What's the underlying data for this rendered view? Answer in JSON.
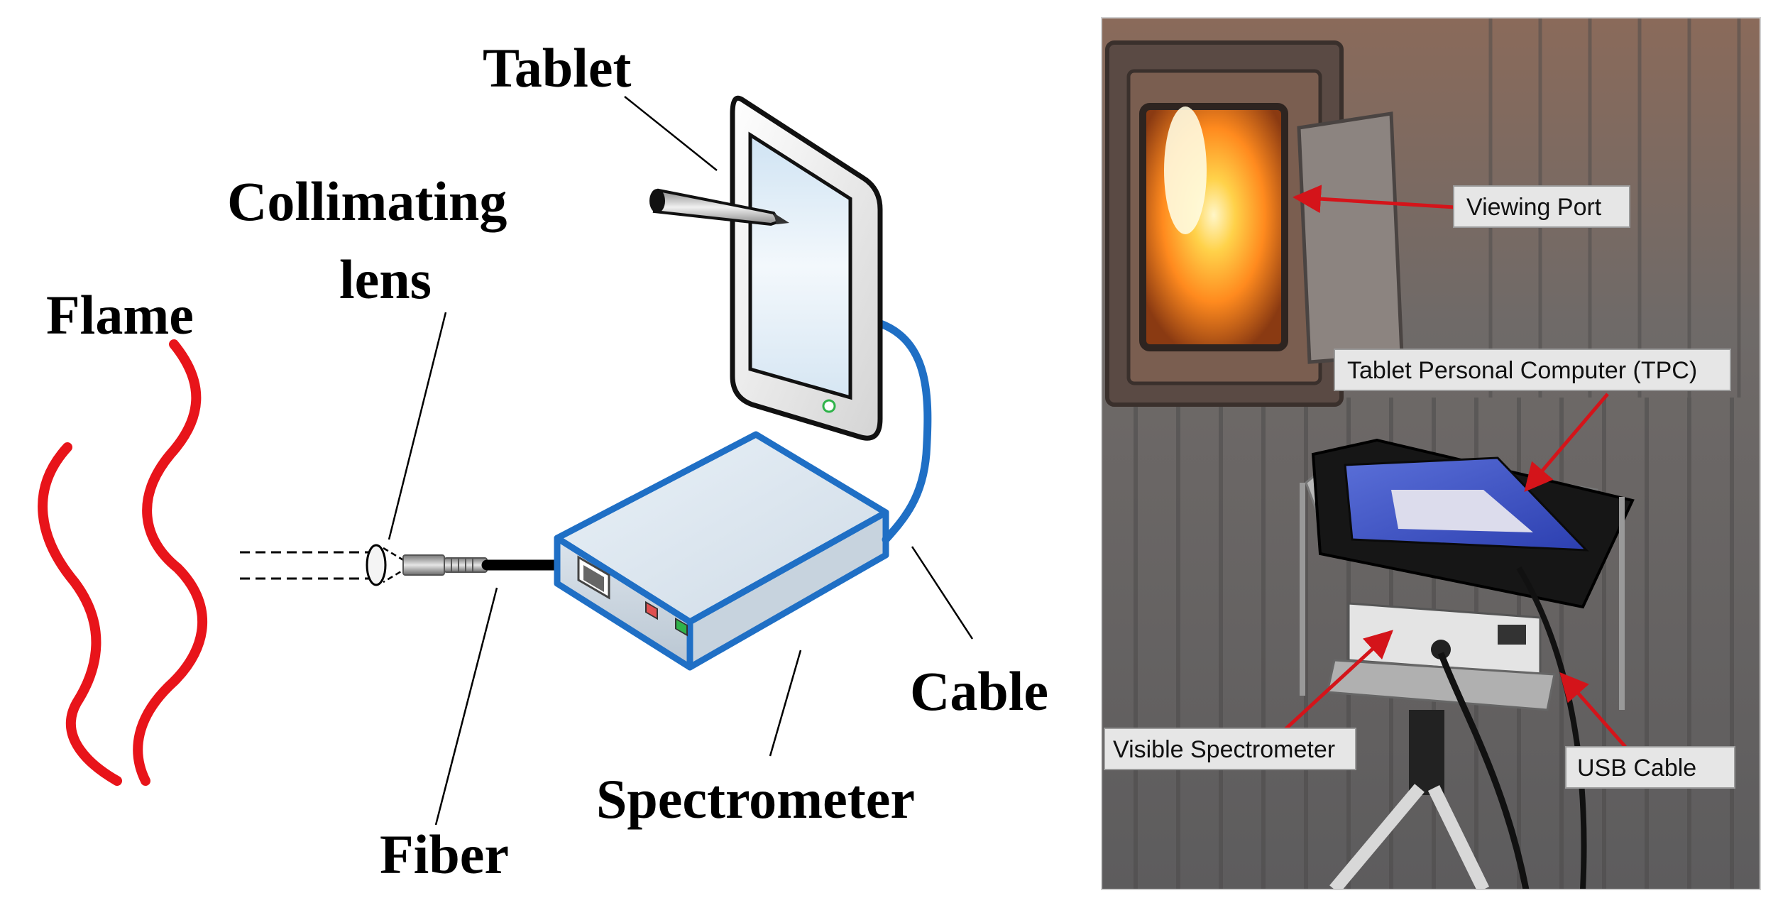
{
  "diagram": {
    "labels": {
      "tablet": "Tablet",
      "collimating_line1": "Collimating",
      "collimating_line2": "lens",
      "flame": "Flame",
      "cable": "Cable",
      "spectrometer": "Spectrometer",
      "fiber": "Fiber"
    },
    "colors": {
      "flame": "#e8141a",
      "device_outline": "#1f6fc5",
      "cable": "#1f6fc5",
      "led_red": "#e05050",
      "led_green": "#2fb34a"
    }
  },
  "photo": {
    "callouts": {
      "viewing_port": "Viewing Port",
      "tpc": "Tablet Personal Computer (TPC)",
      "visible_spectrometer": "Visible Spectrometer",
      "usb_cable": "USB Cable"
    },
    "colors": {
      "arrow": "#d4141a",
      "wall": "#6e6a66",
      "glow": "#ffb02e"
    }
  }
}
